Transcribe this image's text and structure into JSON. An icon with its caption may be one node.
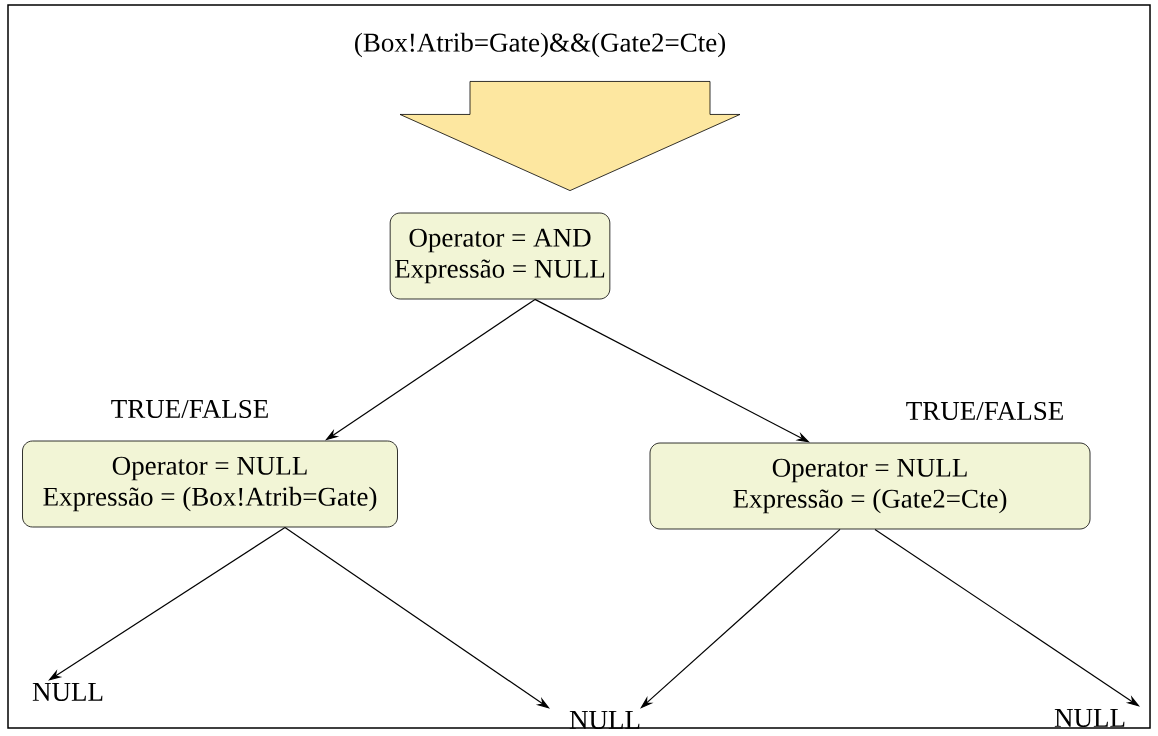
{
  "diagram": {
    "nodes": [
      {
        "text": [
          "(Box!Atrib=Gate)&&(Gate2=Cte)"
        ]
      },
      {
        "text": [
          "Operator = AND",
          "Expressão = NULL"
        ]
      },
      {
        "text": [
          "Operator = NULL",
          "Expressão = (Box!Atrib=Gate)"
        ],
        "beside": [
          "TRUE/FALSE"
        ]
      },
      {
        "text": [
          "Operator = NULL",
          "Expressão = (Gate2=Cte)"
        ],
        "beside": [
          "TRUE/FALSE"
        ]
      },
      {
        "text": [
          "NULL"
        ]
      },
      {
        "text": [
          "NULL"
        ]
      },
      {
        "text": [
          "NULL"
        ]
      }
    ],
    "edges": [
      {
        "from": 0,
        "to": 1,
        "arrow": "to",
        "style": "thick"
      },
      {
        "from": 1,
        "to": 2,
        "arrow": "to"
      },
      {
        "from": 1,
        "to": 3,
        "arrow": "to"
      },
      {
        "from": 2,
        "to": 4,
        "arrow": "to"
      },
      {
        "from": 2,
        "to": 5,
        "arrow": "to"
      },
      {
        "from": 3,
        "to": 5,
        "arrow": "to"
      },
      {
        "from": 3,
        "to": 6,
        "arrow": "to"
      }
    ]
  }
}
